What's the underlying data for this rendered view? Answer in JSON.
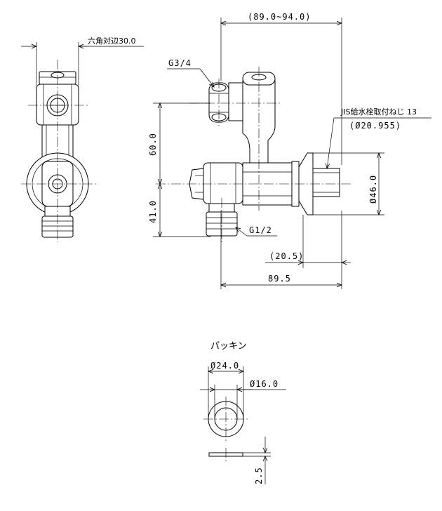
{
  "side_view": {
    "hex_width_label": "六角対辺30.0"
  },
  "front_view": {
    "width_range_label": "(89.0~94.0)",
    "inlet_thread_label": "G3/4",
    "jis_label": "JIS給水栓取付ねじ 13",
    "jis_diameter_label": "(Ø20.955)",
    "height_upper_label": "60.0",
    "height_lower_label": "41.0",
    "outlet_thread_label": "G1/2",
    "flange_diameter_label": "Ø46.0",
    "spigot_length_label": "(20.5)",
    "overall_width_label": "89.5"
  },
  "packing": {
    "title": "パッキン",
    "outer_diameter_label": "Ø24.0",
    "inner_diameter_label": "Ø16.0",
    "thickness_label": "2.5"
  }
}
